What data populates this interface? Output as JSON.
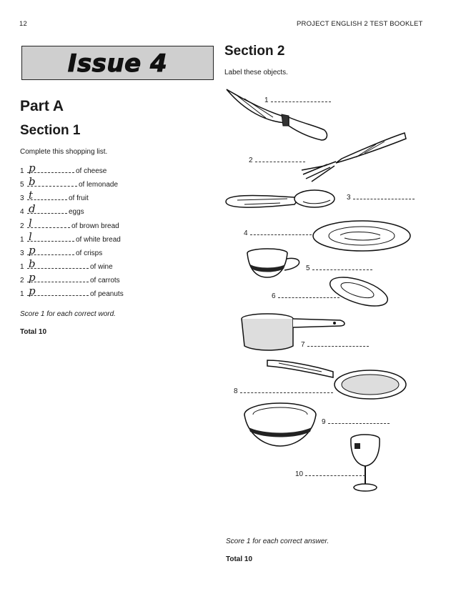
{
  "header": {
    "page_number": "12",
    "booklet_title": "PROJECT ENGLISH 2  TEST BOOKLET"
  },
  "issue_banner": "Issue 4",
  "part_a": {
    "title": "Part A",
    "section1": {
      "title": "Section 1",
      "instruction": "Complete this shopping list.",
      "items": [
        {
          "qty": "1",
          "letter": "p",
          "item": "of cheese"
        },
        {
          "qty": "5",
          "letter": "b",
          "item": "of lemonade"
        },
        {
          "qty": "3",
          "letter": "t",
          "item": "of fruit"
        },
        {
          "qty": "4",
          "letter": "d",
          "item": "eggs"
        },
        {
          "qty": "2",
          "letter": "l",
          "item": "of brown bread"
        },
        {
          "qty": "1",
          "letter": "l",
          "item": "of white bread"
        },
        {
          "qty": "3",
          "letter": "p",
          "item": "of crisps"
        },
        {
          "qty": "1",
          "letter": "b",
          "item": "of wine"
        },
        {
          "qty": "2",
          "letter": "p",
          "item": "of carrots"
        },
        {
          "qty": "1",
          "letter": "p",
          "item": "of peanuts"
        }
      ],
      "score_note": "Score 1 for each correct word.",
      "total": "Total 10"
    }
  },
  "section2": {
    "title": "Section 2",
    "instruction": "Label these objects.",
    "labels": [
      "1",
      "2",
      "3",
      "4",
      "5",
      "6",
      "7",
      "8",
      "9",
      "10"
    ],
    "objects": [
      "knife-icon",
      "fork-icon",
      "spoon-icon",
      "plate-icon",
      "cup-icon",
      "saucer-icon",
      "saucepan-icon",
      "frying-pan-icon",
      "bowl-icon",
      "wine-glass-icon"
    ],
    "score_note": "Score 1 for each correct answer.",
    "total": "Total 10"
  }
}
